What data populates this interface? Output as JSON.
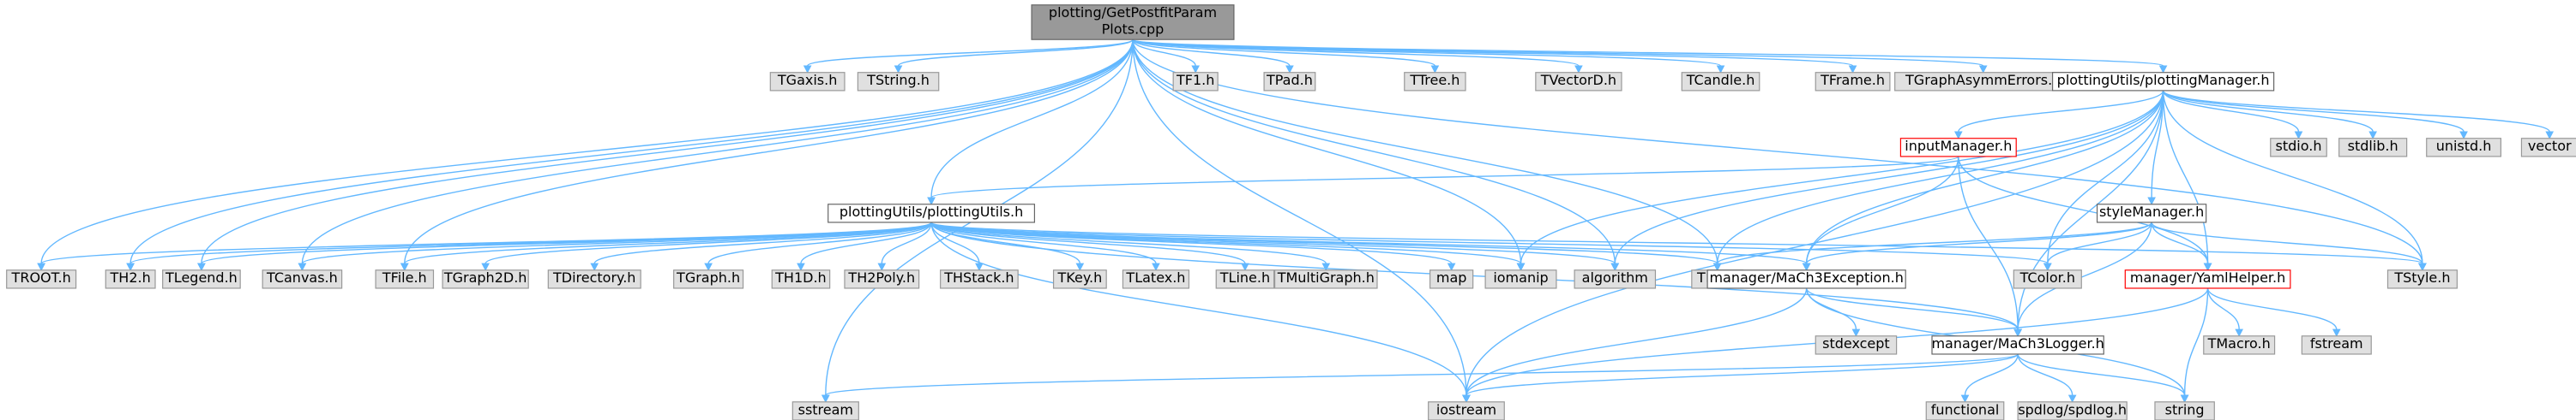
{
  "colors": {
    "root_fill": "#999999",
    "node_fill": "#ffffff",
    "node_stroke": "#666666",
    "system_fill": "#e0e0e0",
    "system_stroke": "#999999",
    "missing_stroke": "#ff0000",
    "edge": "#63b8ff"
  },
  "nodes": [
    {
      "id": "root",
      "lines": [
        "plotting/GetPostfitParam",
        "Plots.cpp"
      ],
      "kind": "root"
    },
    {
      "id": "TGaxis",
      "lines": [
        "TGaxis.h"
      ],
      "kind": "system"
    },
    {
      "id": "TString",
      "lines": [
        "TString.h"
      ],
      "kind": "system"
    },
    {
      "id": "TF1",
      "lines": [
        "TF1.h"
      ],
      "kind": "system"
    },
    {
      "id": "TPad",
      "lines": [
        "TPad.h"
      ],
      "kind": "system"
    },
    {
      "id": "TTree",
      "lines": [
        "TTree.h"
      ],
      "kind": "system"
    },
    {
      "id": "TVectorD",
      "lines": [
        "TVectorD.h"
      ],
      "kind": "system"
    },
    {
      "id": "TCandle",
      "lines": [
        "TCandle.h"
      ],
      "kind": "system"
    },
    {
      "id": "TFrame",
      "lines": [
        "TFrame.h"
      ],
      "kind": "system"
    },
    {
      "id": "TGraphAsymmErrors",
      "lines": [
        "TGraphAsymmErrors.h"
      ],
      "kind": "system"
    },
    {
      "id": "plottingManager",
      "lines": [
        "plottingUtils/plottingManager.h"
      ],
      "kind": "local"
    },
    {
      "id": "stdio",
      "lines": [
        "stdio.h"
      ],
      "kind": "system"
    },
    {
      "id": "stdlib",
      "lines": [
        "stdlib.h"
      ],
      "kind": "system"
    },
    {
      "id": "unistd",
      "lines": [
        "unistd.h"
      ],
      "kind": "system"
    },
    {
      "id": "vector",
      "lines": [
        "vector"
      ],
      "kind": "system"
    },
    {
      "id": "inputManager",
      "lines": [
        "inputManager.h"
      ],
      "kind": "missing"
    },
    {
      "id": "styleManager",
      "lines": [
        "styleManager.h"
      ],
      "kind": "local"
    },
    {
      "id": "plottingUtils",
      "lines": [
        "plottingUtils/plottingUtils.h"
      ],
      "kind": "local"
    },
    {
      "id": "TROOT",
      "lines": [
        "TROOT.h"
      ],
      "kind": "system"
    },
    {
      "id": "TH2",
      "lines": [
        "TH2.h"
      ],
      "kind": "system"
    },
    {
      "id": "TLegend",
      "lines": [
        "TLegend.h"
      ],
      "kind": "system"
    },
    {
      "id": "TCanvas",
      "lines": [
        "TCanvas.h"
      ],
      "kind": "system"
    },
    {
      "id": "TFile",
      "lines": [
        "TFile.h"
      ],
      "kind": "system"
    },
    {
      "id": "TGraph2D",
      "lines": [
        "TGraph2D.h"
      ],
      "kind": "system"
    },
    {
      "id": "TDirectory",
      "lines": [
        "TDirectory.h"
      ],
      "kind": "system"
    },
    {
      "id": "TGraph",
      "lines": [
        "TGraph.h"
      ],
      "kind": "system"
    },
    {
      "id": "TH1D",
      "lines": [
        "TH1D.h"
      ],
      "kind": "system"
    },
    {
      "id": "TH2Poly",
      "lines": [
        "TH2Poly.h"
      ],
      "kind": "system"
    },
    {
      "id": "THStack",
      "lines": [
        "THStack.h"
      ],
      "kind": "system"
    },
    {
      "id": "TKey",
      "lines": [
        "TKey.h"
      ],
      "kind": "system"
    },
    {
      "id": "TLatex",
      "lines": [
        "TLatex.h"
      ],
      "kind": "system"
    },
    {
      "id": "TLine",
      "lines": [
        "TLine.h"
      ],
      "kind": "system"
    },
    {
      "id": "TMultiGraph",
      "lines": [
        "TMultiGraph.h"
      ],
      "kind": "system"
    },
    {
      "id": "map",
      "lines": [
        "map"
      ],
      "kind": "system"
    },
    {
      "id": "iomanip",
      "lines": [
        "iomanip"
      ],
      "kind": "system"
    },
    {
      "id": "algorithm",
      "lines": [
        "algorithm"
      ],
      "kind": "system"
    },
    {
      "id": "TH1",
      "lines": [
        "TH1.h"
      ],
      "kind": "system"
    },
    {
      "id": "MaCh3Exception",
      "lines": [
        "manager/MaCh3Exception.h"
      ],
      "kind": "local"
    },
    {
      "id": "TColor",
      "lines": [
        "TColor.h"
      ],
      "kind": "system"
    },
    {
      "id": "YamlHelper",
      "lines": [
        "manager/YamlHelper.h"
      ],
      "kind": "missing"
    },
    {
      "id": "TStyle",
      "lines": [
        "TStyle.h"
      ],
      "kind": "system"
    },
    {
      "id": "stdexcept",
      "lines": [
        "stdexcept"
      ],
      "kind": "system"
    },
    {
      "id": "MaCh3Logger",
      "lines": [
        "manager/MaCh3Logger.h"
      ],
      "kind": "local"
    },
    {
      "id": "TMacro",
      "lines": [
        "TMacro.h"
      ],
      "kind": "system"
    },
    {
      "id": "fstream",
      "lines": [
        "fstream"
      ],
      "kind": "system"
    },
    {
      "id": "sstream",
      "lines": [
        "sstream"
      ],
      "kind": "system"
    },
    {
      "id": "iostream",
      "lines": [
        "iostream"
      ],
      "kind": "system"
    },
    {
      "id": "functional",
      "lines": [
        "functional"
      ],
      "kind": "system"
    },
    {
      "id": "spdlog",
      "lines": [
        "spdlog/spdlog.h"
      ],
      "kind": "system"
    },
    {
      "id": "string",
      "lines": [
        "string"
      ],
      "kind": "system"
    }
  ],
  "edges": [
    [
      "root",
      "TGaxis"
    ],
    [
      "root",
      "TString"
    ],
    [
      "root",
      "TF1"
    ],
    [
      "root",
      "TPad"
    ],
    [
      "root",
      "TTree"
    ],
    [
      "root",
      "TVectorD"
    ],
    [
      "root",
      "TCandle"
    ],
    [
      "root",
      "TFrame"
    ],
    [
      "root",
      "TGraphAsymmErrors"
    ],
    [
      "root",
      "plottingManager"
    ],
    [
      "root",
      "plottingUtils"
    ],
    [
      "root",
      "TROOT"
    ],
    [
      "root",
      "TH2"
    ],
    [
      "root",
      "TLegend"
    ],
    [
      "root",
      "TCanvas"
    ],
    [
      "root",
      "TFile"
    ],
    [
      "root",
      "iomanip"
    ],
    [
      "root",
      "algorithm"
    ],
    [
      "root",
      "TH1"
    ],
    [
      "root",
      "TStyle"
    ],
    [
      "root",
      "sstream"
    ],
    [
      "root",
      "iostream"
    ],
    [
      "plottingManager",
      "stdio"
    ],
    [
      "plottingManager",
      "stdlib"
    ],
    [
      "plottingManager",
      "unistd"
    ],
    [
      "plottingManager",
      "vector"
    ],
    [
      "plottingManager",
      "inputManager"
    ],
    [
      "plottingManager",
      "styleManager"
    ],
    [
      "plottingManager",
      "iomanip"
    ],
    [
      "plottingManager",
      "algorithm"
    ],
    [
      "plottingManager",
      "TH1"
    ],
    [
      "plottingManager",
      "MaCh3Exception"
    ],
    [
      "plottingManager",
      "MaCh3Logger"
    ],
    [
      "plottingManager",
      "TColor"
    ],
    [
      "plottingManager",
      "YamlHelper"
    ],
    [
      "plottingManager",
      "TStyle"
    ],
    [
      "plottingManager",
      "iostream"
    ],
    [
      "inputManager",
      "plottingUtils"
    ],
    [
      "inputManager",
      "MaCh3Exception"
    ],
    [
      "inputManager",
      "MaCh3Logger"
    ],
    [
      "inputManager",
      "YamlHelper"
    ],
    [
      "styleManager",
      "TH1"
    ],
    [
      "styleManager",
      "MaCh3Exception"
    ],
    [
      "styleManager",
      "TColor"
    ],
    [
      "styleManager",
      "YamlHelper"
    ],
    [
      "styleManager",
      "TStyle"
    ],
    [
      "styleManager",
      "MaCh3Logger"
    ],
    [
      "plottingUtils",
      "TROOT"
    ],
    [
      "plottingUtils",
      "TH2"
    ],
    [
      "plottingUtils",
      "TLegend"
    ],
    [
      "plottingUtils",
      "TCanvas"
    ],
    [
      "plottingUtils",
      "TFile"
    ],
    [
      "plottingUtils",
      "TGraph2D"
    ],
    [
      "plottingUtils",
      "TDirectory"
    ],
    [
      "plottingUtils",
      "TGraph"
    ],
    [
      "plottingUtils",
      "TH1D"
    ],
    [
      "plottingUtils",
      "TH2Poly"
    ],
    [
      "plottingUtils",
      "THStack"
    ],
    [
      "plottingUtils",
      "TKey"
    ],
    [
      "plottingUtils",
      "TLatex"
    ],
    [
      "plottingUtils",
      "TLine"
    ],
    [
      "plottingUtils",
      "TMultiGraph"
    ],
    [
      "plottingUtils",
      "map"
    ],
    [
      "plottingUtils",
      "iomanip"
    ],
    [
      "plottingUtils",
      "algorithm"
    ],
    [
      "plottingUtils",
      "TH1"
    ],
    [
      "plottingUtils",
      "MaCh3Exception"
    ],
    [
      "plottingUtils",
      "TColor"
    ],
    [
      "plottingUtils",
      "TStyle"
    ],
    [
      "plottingUtils",
      "MaCh3Logger"
    ],
    [
      "plottingUtils",
      "iostream"
    ],
    [
      "MaCh3Exception",
      "stdexcept"
    ],
    [
      "MaCh3Exception",
      "MaCh3Logger"
    ],
    [
      "MaCh3Exception",
      "iostream"
    ],
    [
      "MaCh3Exception",
      "string"
    ],
    [
      "YamlHelper",
      "TMacro"
    ],
    [
      "YamlHelper",
      "fstream"
    ],
    [
      "YamlHelper",
      "iostream"
    ],
    [
      "YamlHelper",
      "string"
    ],
    [
      "MaCh3Logger",
      "sstream"
    ],
    [
      "MaCh3Logger",
      "iostream"
    ],
    [
      "MaCh3Logger",
      "functional"
    ],
    [
      "MaCh3Logger",
      "spdlog"
    ],
    [
      "MaCh3Logger",
      "string"
    ]
  ]
}
